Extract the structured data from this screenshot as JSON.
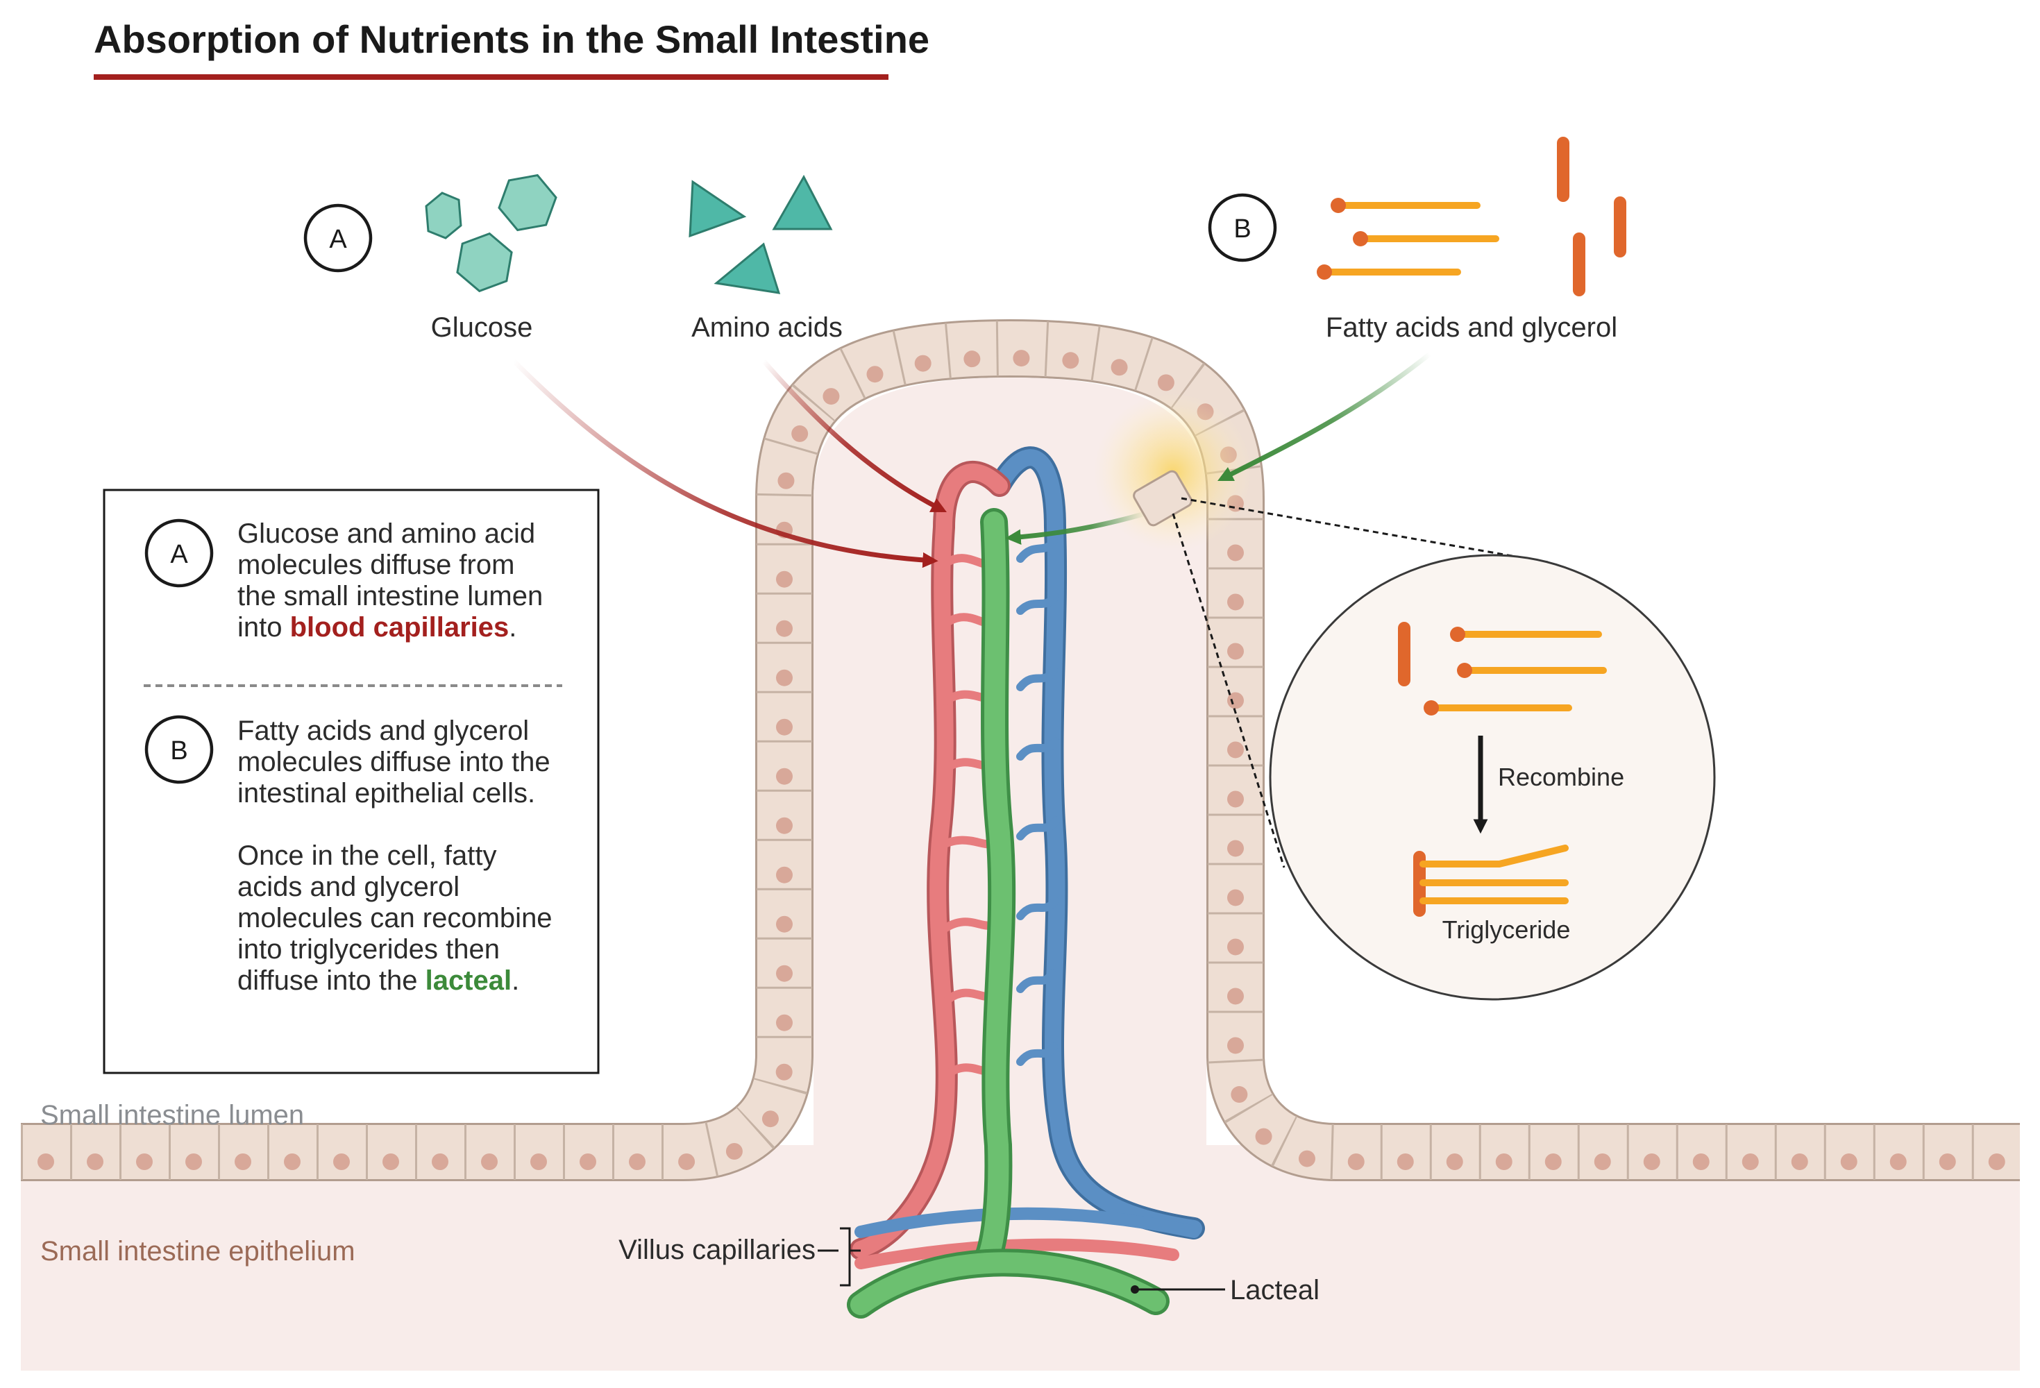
{
  "title": "Absorption of Nutrients in the Small Intestine",
  "nutrients": {
    "badge_a": "A",
    "badge_b": "B",
    "glucose": "Glucose",
    "amino_acids": "Amino acids",
    "fatty_acids": "Fatty acids and glycerol"
  },
  "legend_box": {
    "badge_a": "A",
    "a_lines": [
      "Glucose and amino acid",
      "molecules diffuse from",
      "the small intestine lumen"
    ],
    "a_last_prefix": "into ",
    "a_highlight": "blood capillaries",
    "a_last_suffix": ".",
    "badge_b": "B",
    "b_lines": [
      "Fatty acids and glycerol",
      "molecules diffuse into the",
      "intestinal epithelial cells."
    ],
    "b2_lines": [
      "Once in the cell, fatty",
      "acids and glycerol",
      "molecules can recombine",
      "into triglycerides then"
    ],
    "b_last_prefix": "diffuse into the ",
    "b_highlight": "lacteal",
    "b_last_suffix": "."
  },
  "inset": {
    "recombine": "Recombine",
    "triglyceride": "Triglyceride"
  },
  "labels": {
    "lumen": "Small intestine lumen",
    "epithelium": "Small intestine epithelium",
    "villus_capillaries": "Villus capillaries",
    "lacteal": "Lacteal"
  },
  "colors": {
    "title_underline": "#a3201e",
    "glucose": "#8fd3c1",
    "amino": "#4fb8a7",
    "fatty_acid": "#f6a522",
    "glycerol": "#e0672c",
    "arterial": "#e77c7e",
    "venous": "#5b8fc4",
    "lacteal": "#6cc070",
    "arrow_red": "#a3201e",
    "arrow_green": "#3c8a3a",
    "cell_fill": "#eeded3",
    "cell_nucleus": "#d8a899",
    "tissue": "#f8ecea"
  }
}
